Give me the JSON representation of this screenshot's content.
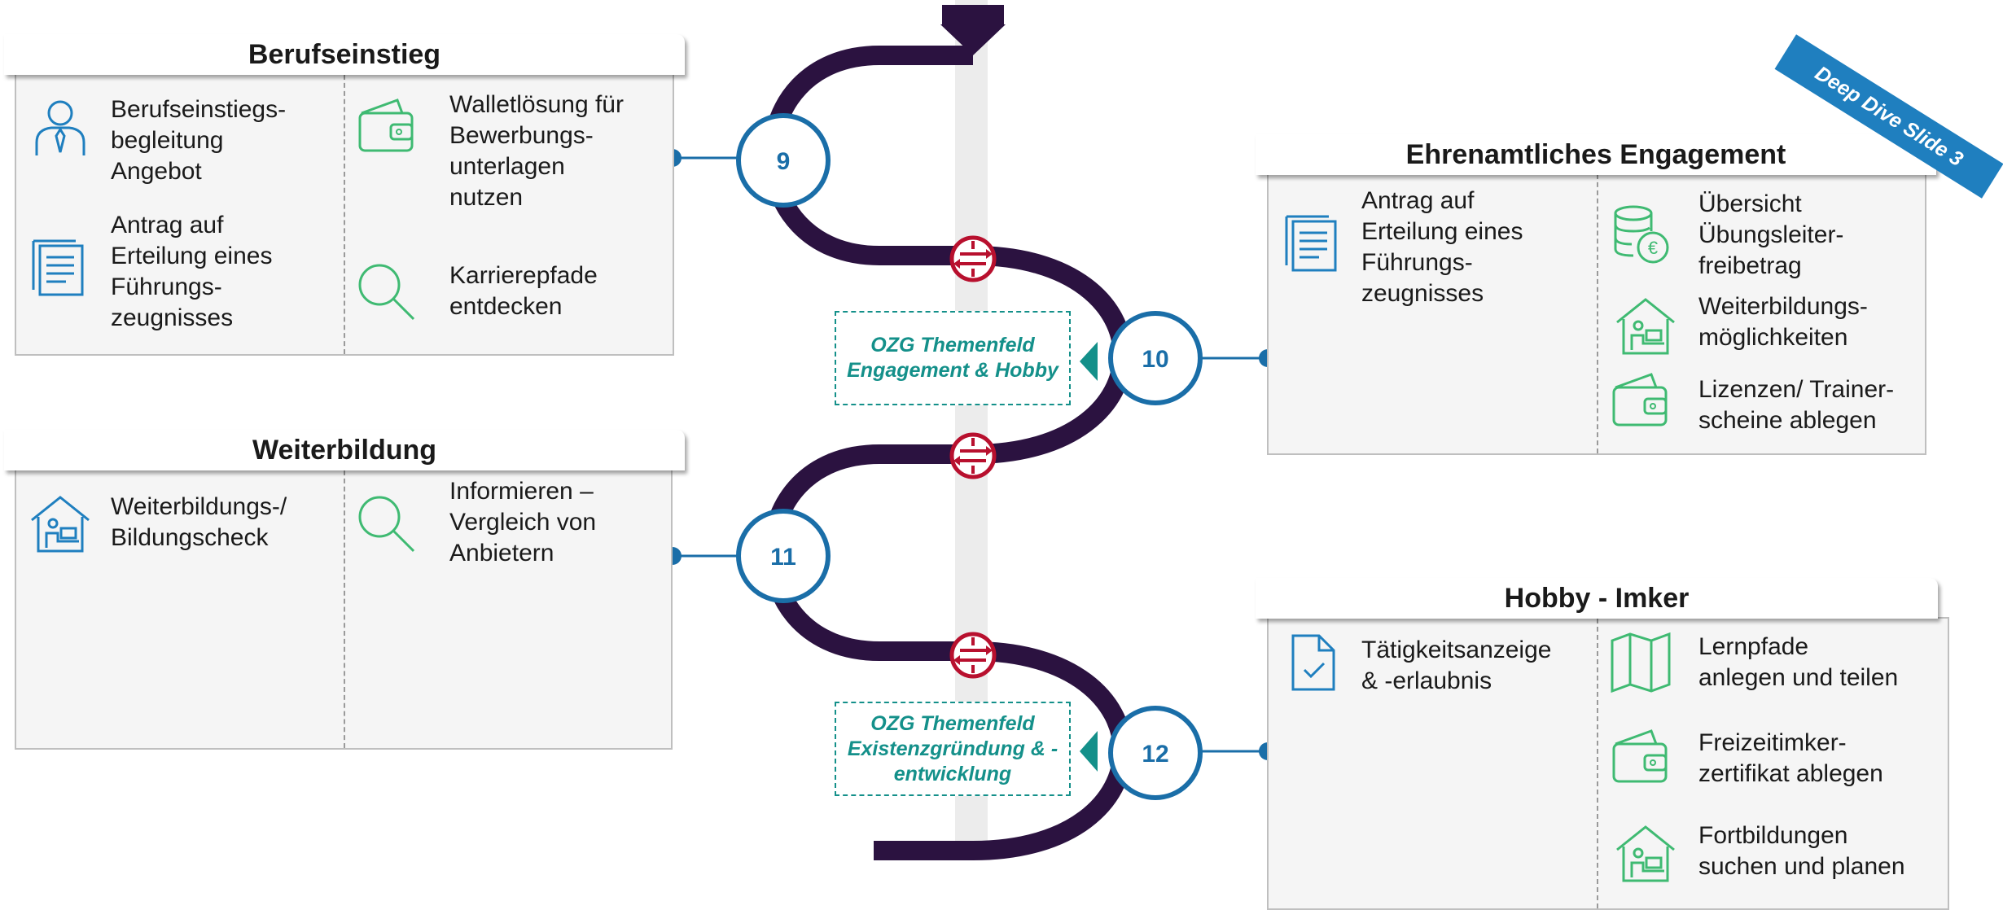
{
  "panels": {
    "berufseinstieg": {
      "title": "Berufseinstieg",
      "items": [
        {
          "label": "Berufseinstiegs-\nbegleitung\nAngebot",
          "icon": "person-icon"
        },
        {
          "label": "Antrag auf\nErteilung eines\nFührungs-\nzeugnisses",
          "icon": "document-icon"
        },
        {
          "label": "Walletlösung für\nBewerbungs-\nunterlagen\nnutzen",
          "icon": "wallet-icon"
        },
        {
          "label": "Karrierepfade\nentdecken",
          "icon": "magnifier-icon"
        }
      ]
    },
    "weiterbildung": {
      "title": "Weiterbildung",
      "items": [
        {
          "label": "Weiterbildungs-/\nBildungscheck",
          "icon": "home-study-icon"
        },
        {
          "label": "Informieren –\nVergleich von\nAnbietern",
          "icon": "magnifier-icon"
        }
      ]
    },
    "ehrenamt": {
      "title": "Ehrenamtliches Engagement",
      "items": [
        {
          "label": "Antrag auf\nErteilung eines\nFührungs-\nzeugnisses",
          "icon": "document-icon"
        },
        {
          "label": "Übersicht\nÜbungsleiter-\nfreibetrag",
          "icon": "coins-euro-icon"
        },
        {
          "label": "Weiterbildungs-\nmöglichkeiten",
          "icon": "home-study-icon"
        },
        {
          "label": "Lizenzen/ Trainer-\nscheine ablegen",
          "icon": "wallet-icon"
        }
      ]
    },
    "imker": {
      "title": "Hobby - Imker",
      "items": [
        {
          "label": "Tätigkeitsanzeige\n& -erlaubnis",
          "icon": "document-check-icon"
        },
        {
          "label": "Lernpfade\nanlegen und teilen",
          "icon": "map-icon"
        },
        {
          "label": "Freizeitimker-\nzertifikat ablegen",
          "icon": "wallet-icon"
        },
        {
          "label": "Fortbildungen\nsuchen und planen",
          "icon": "home-study-icon"
        }
      ]
    }
  },
  "steps": [
    "9",
    "10",
    "11",
    "12"
  ],
  "callouts": [
    "OZG Themenfeld\nEngagement & Hobby",
    "OZG Themenfeld\nExistenzgründung & -\nentwicklung"
  ],
  "badge": "Deep Dive Slide 3",
  "colors": {
    "path": "#2b1240",
    "step": "#1a6ea8",
    "callout": "#14908a",
    "exchange": "#b8102e",
    "icon_blue": "#1f7fbf",
    "icon_green": "#3fba72"
  }
}
